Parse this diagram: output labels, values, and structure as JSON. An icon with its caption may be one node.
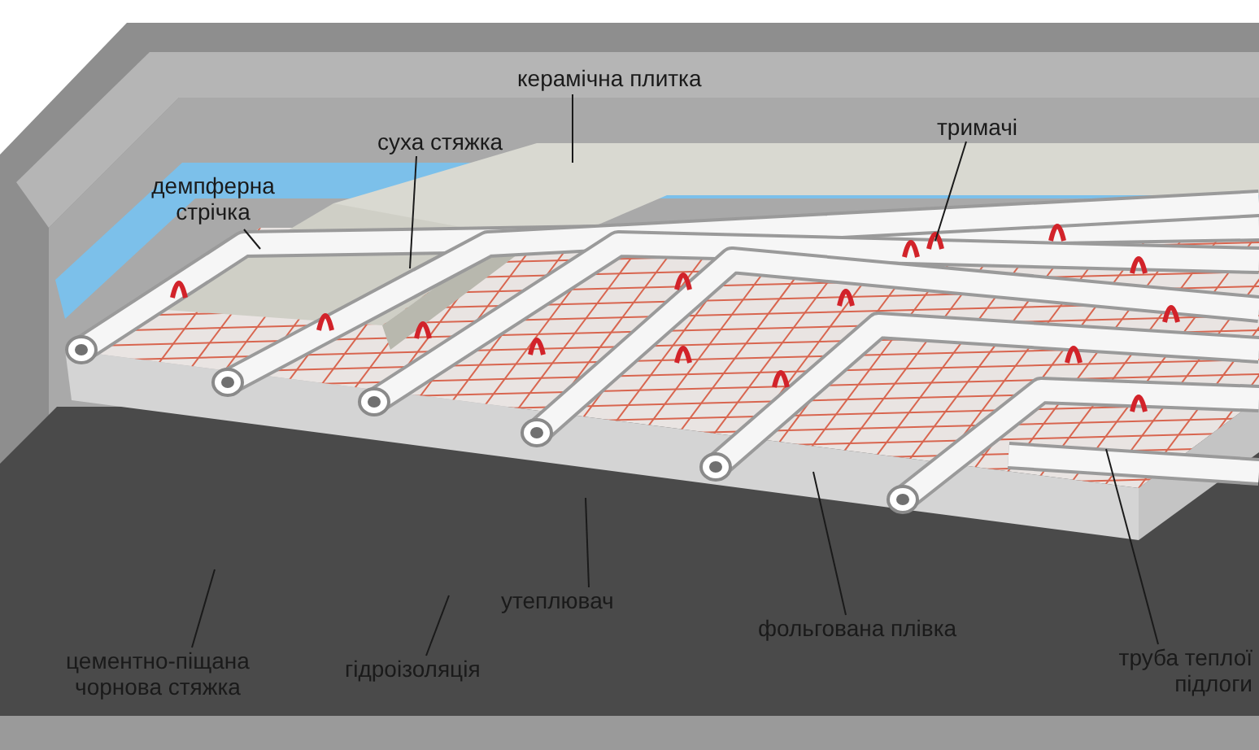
{
  "diagram": {
    "nodes": [
      {
        "text": [
          "керамічна плитка"
        ]
      },
      {
        "text": [
          "суха стяжка"
        ]
      },
      {
        "text": [
          "демпферна стрічка"
        ]
      },
      {
        "text": [
          "тримачі"
        ]
      },
      {
        "text": [
          "утеплювач"
        ]
      },
      {
        "text": [
          "фольгована плівка"
        ]
      },
      {
        "text": [
          "труба теплої підлоги"
        ]
      },
      {
        "text": [
          "цементно-піщана чорнова стяжка"
        ]
      },
      {
        "text": [
          "гідроізоляція"
        ]
      }
    ],
    "edges": [
      {
        "from": 0,
        "to": null,
        "arrow": "none"
      },
      {
        "from": 1,
        "to": null,
        "arrow": "none"
      },
      {
        "from": 2,
        "to": null,
        "arrow": "none"
      },
      {
        "from": 3,
        "to": null,
        "arrow": "none"
      },
      {
        "from": 4,
        "to": null,
        "arrow": "none"
      },
      {
        "from": 5,
        "to": null,
        "arrow": "none"
      },
      {
        "from": 6,
        "to": null,
        "arrow": "none"
      },
      {
        "from": 7,
        "to": null,
        "arrow": "none"
      },
      {
        "from": 8,
        "to": null,
        "arrow": "none"
      }
    ]
  }
}
